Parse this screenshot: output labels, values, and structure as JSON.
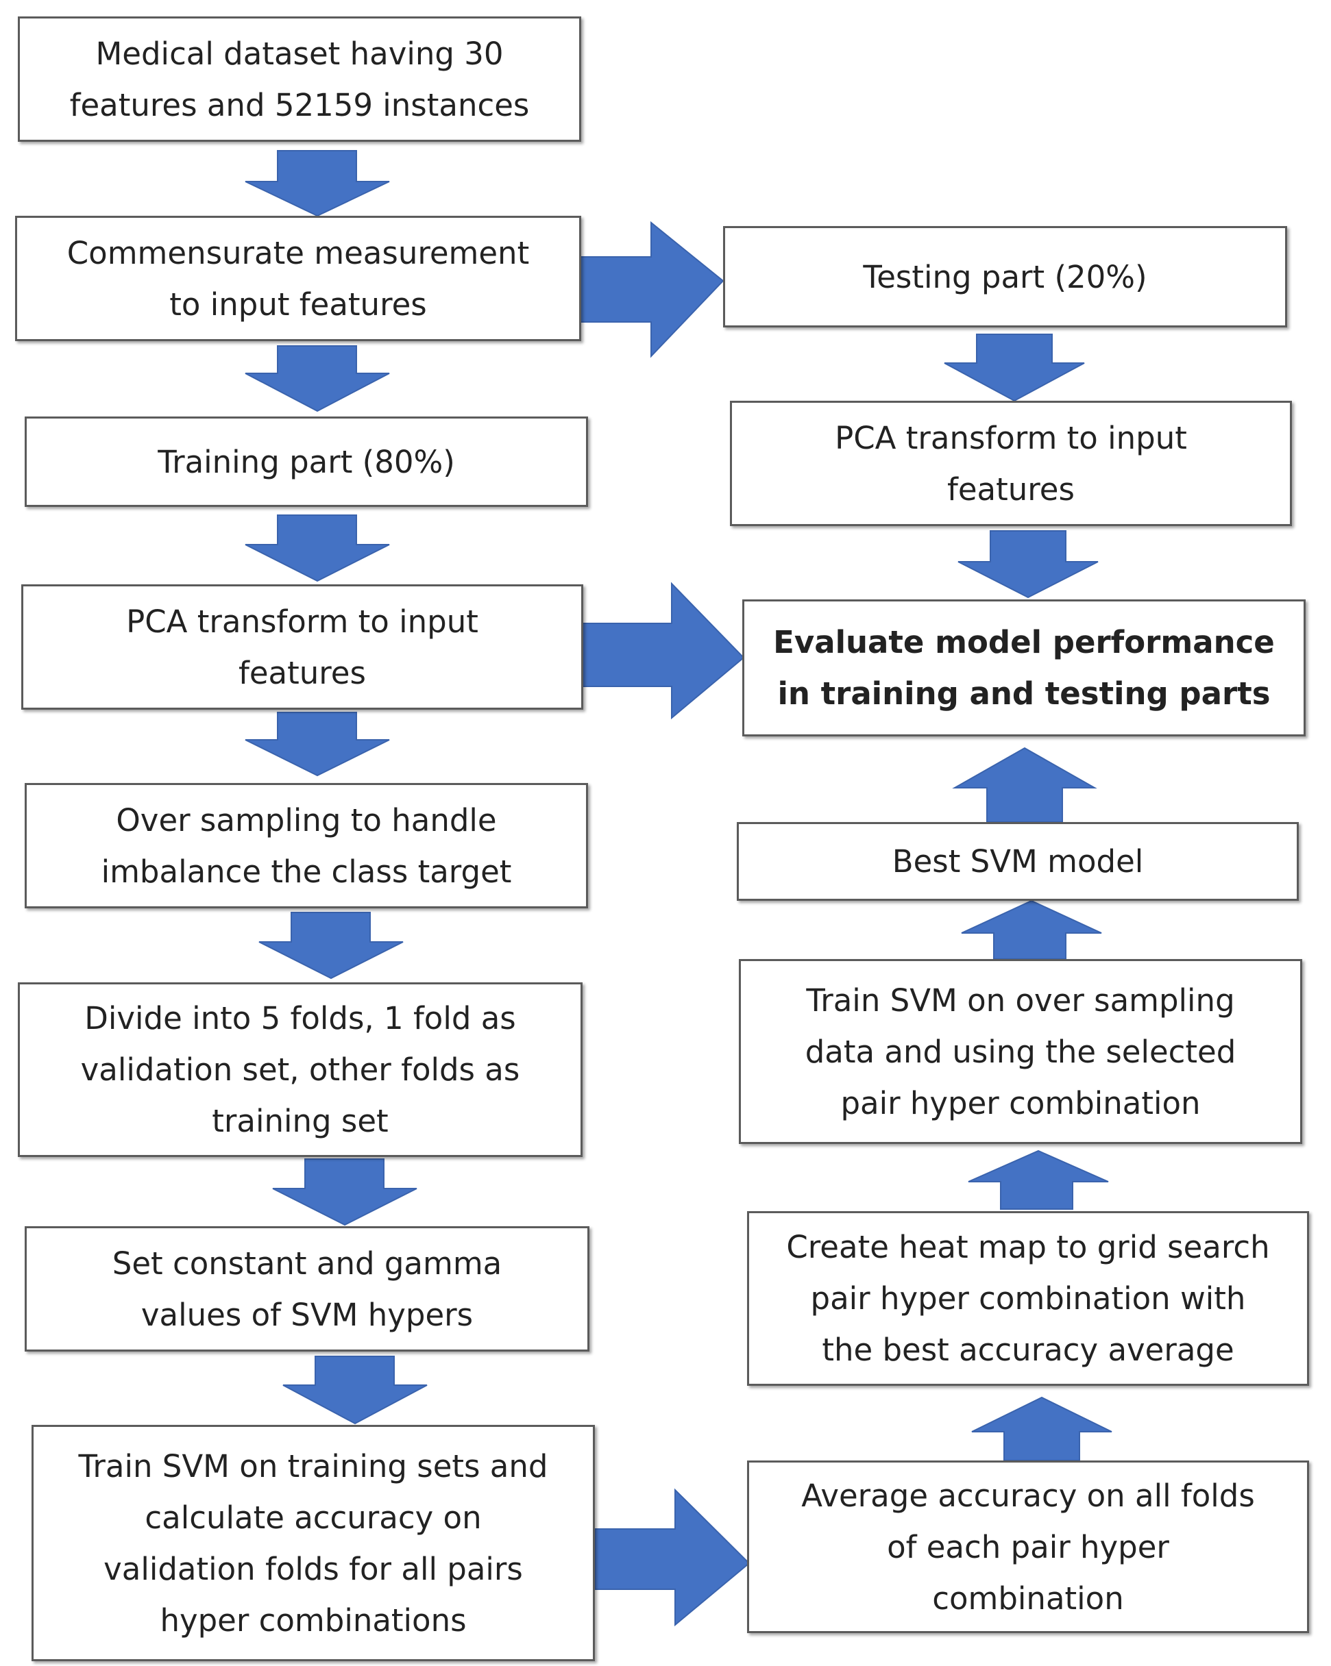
{
  "colors": {
    "arrow": "#4472c4",
    "border": "#5b5b5b",
    "text": "#222222"
  },
  "boxes": {
    "dataset": "Medical dataset having 30\nfeatures and 52159 instances",
    "commensurate": "Commensurate measurement\nto input features",
    "training_part": "Training part (80%)",
    "pca_train": "PCA transform to input\nfeatures",
    "oversampling": "Over sampling to handle\nimbalance the class target",
    "folds": "Divide into 5 folds, 1 fold as\nvalidation set, other folds as\ntraining set",
    "set_hypers": "Set constant and gamma\nvalues of SVM hypers",
    "train_svm_folds": "Train SVM on training sets and\ncalculate accuracy on\nvalidation folds for all pairs\nhyper combinations",
    "testing_part": "Testing part (20%)",
    "pca_test": "PCA transform to input\nfeatures",
    "evaluate": "Evaluate model performance\nin training and testing parts",
    "best_svm": "Best SVM model",
    "train_svm_oversampled": "Train SVM on over sampling\ndata and using the selected\npair hyper combination",
    "heat_map": "Create heat map to grid search\npair hyper combination with\nthe best accuracy average",
    "average_accuracy": "Average accuracy on all folds\nof each pair hyper\ncombination"
  }
}
